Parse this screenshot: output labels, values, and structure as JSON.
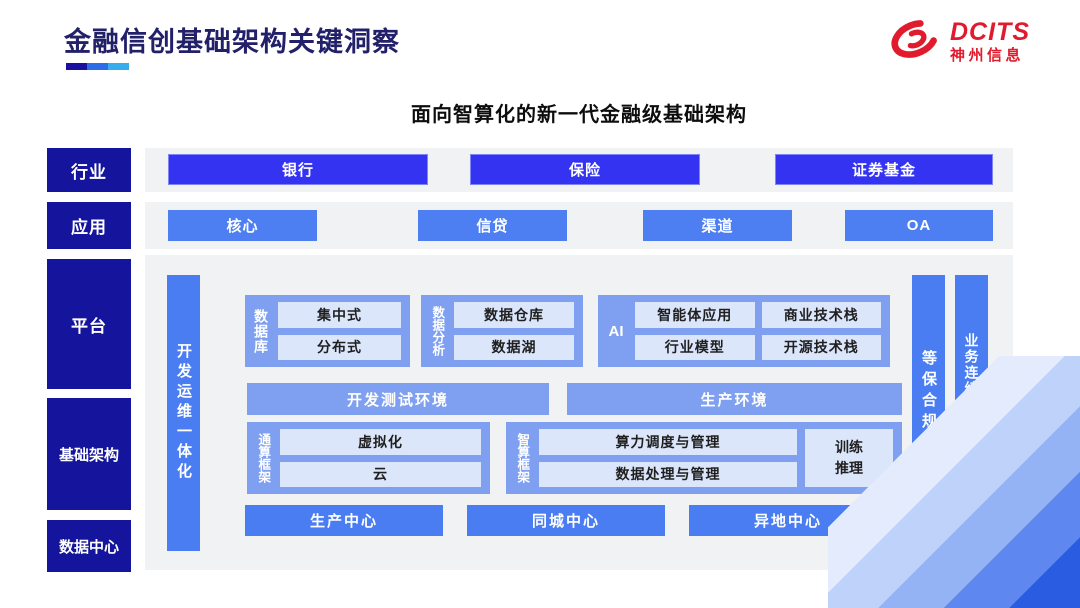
{
  "page": {
    "title": "金融信创基础架构关键洞察",
    "subtitle": "面向智算化的新一代金融级基础架构"
  },
  "logo": {
    "brand": "DCITS",
    "company": "神州信息"
  },
  "rows": {
    "industry": {
      "label": "行业",
      "items": [
        "银行",
        "保险",
        "证券基金"
      ]
    },
    "application": {
      "label": "应用",
      "items": [
        "核心",
        "信贷",
        "渠道",
        "OA"
      ]
    },
    "platform_label": "平台",
    "infrastructure_label": "基础架构",
    "datacenter_label": "数据中心"
  },
  "panel": {
    "devops_bar": "开发运维一体化",
    "security_bar": "等保合规安全",
    "continuity_bar": "业务连续性及数据保护",
    "database": {
      "label": "数据库",
      "items": [
        "集中式",
        "分布式"
      ]
    },
    "analytics": {
      "label": "数据分析",
      "items": [
        "数据仓库",
        "数据湖"
      ]
    },
    "ai": {
      "label": "AI",
      "items": [
        "智能体应用",
        "商业技术栈",
        "行业模型",
        "开源技术栈"
      ]
    },
    "environments": [
      "开发测试环境",
      "生产环境"
    ],
    "general_framework": {
      "label": "通算框架",
      "items": [
        "虚拟化",
        "云"
      ]
    },
    "intelligent_framework": {
      "label": "智算框架",
      "items": [
        "算力调度与管理",
        "数据处理与管理"
      ],
      "side": "训练\n推理"
    },
    "centers": [
      "生产中心",
      "同城中心",
      "异地中心"
    ]
  },
  "colors": {
    "title_navy": "#23206A",
    "side_label_navy": "#14149C",
    "industry_button_blue": "#3433F1",
    "app_button_blue": "#4D7FF2",
    "group_container_blue": "#7FA0F0",
    "inner_box_blue": "#DBE6FB",
    "band_gray": "#F1F2F4",
    "logo_red": "#E11B2D",
    "underline_segments": [
      "#1A129E",
      "#2E6DE8",
      "#38ADEE"
    ]
  }
}
